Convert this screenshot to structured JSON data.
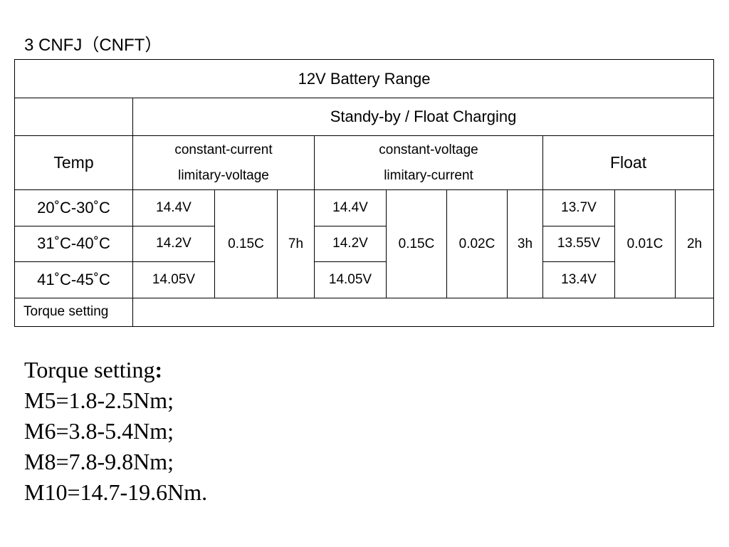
{
  "heading": "3 CNFJ（CNFT）",
  "table": {
    "title": "12V Battery Range",
    "group_label": "Standy-by / Float Charging",
    "temp_header": "Temp",
    "cc_line1": "constant-current",
    "cc_line2": "limitary-voltage",
    "cv_line1": "constant-voltage",
    "cv_line2": "limitary-current",
    "float_header": "Float",
    "rows": [
      {
        "temp": "20˚C-30˚C",
        "cc_voltage": "14.4V",
        "cv_voltage": "14.4V",
        "float_voltage": "13.7V"
      },
      {
        "temp": "31˚C-40˚C",
        "cc_voltage": "14.2V",
        "cv_voltage": "14.2V",
        "float_voltage": "13.55V"
      },
      {
        "temp": "41˚C-45˚C",
        "cc_voltage": "14.05V",
        "cv_voltage": "14.05V",
        "float_voltage": "13.4V"
      }
    ],
    "cc_current": "0.15C",
    "cc_time": "7h",
    "cv_current": "0.15C",
    "cv_end_current": "0.02C",
    "cv_time": "3h",
    "float_current": "0.01C",
    "float_time": "2h",
    "torque_label": "Torque setting",
    "torque_value": ""
  },
  "notes": {
    "title": "Torque setting",
    "colon": ":",
    "lines": [
      "M5=1.8-2.5Nm;",
      "M6=3.8-5.4Nm;",
      "M8=7.8-9.8Nm;",
      "M10=14.7-19.6Nm."
    ]
  }
}
